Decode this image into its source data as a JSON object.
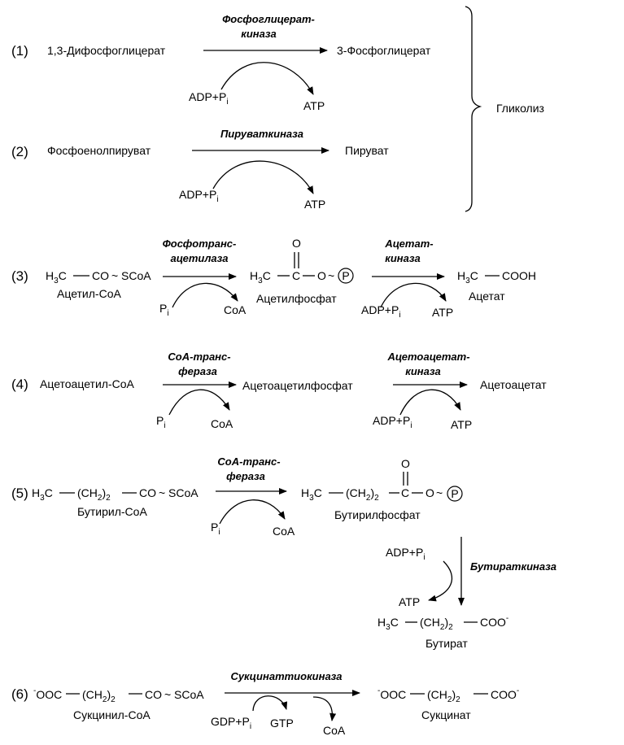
{
  "labels": {
    "glycolysis": "Гликолиз"
  },
  "reactions": [
    {
      "number": "(1)",
      "substrate": "1,3-Дифосфоглицерат",
      "enzyme_line1": "Фосфоглицерат-",
      "enzyme_line2": "киназа",
      "product": "3-Фосфоглицерат",
      "cosubstrate_main": "ADP+P",
      "cosubstrate_sub": "i",
      "coproduct": "ATP"
    },
    {
      "number": "(2)",
      "substrate": "Фосфоенолпируват",
      "enzyme_line1": "Пируваткиназа",
      "product": "Пируват",
      "cosubstrate_main": "ADP+P",
      "cosubstrate_sub": "i",
      "coproduct": "ATP"
    },
    {
      "number": "(3)",
      "substrate_name": "Ацетил-CoA",
      "enzyme_line1": "Фосфотранс-",
      "enzyme_line2": "ацетилаза",
      "cosubstrate_main": "P",
      "cosubstrate_sub": "i",
      "coproduct": "CoA",
      "intermediate_name": "Ацетилфосфат",
      "enzyme2_line1": "Ацетат-",
      "enzyme2_line2": "киназа",
      "cosubstrate2_main": "ADP+P",
      "cosubstrate2_sub": "i",
      "coproduct2": "ATP",
      "product_name": "Ацетат"
    },
    {
      "number": "(4)",
      "substrate": "Ацетоацетил-CoA",
      "enzyme_line1": "CoA-транс-",
      "enzyme_line2": "фераза",
      "cosubstrate_main": "P",
      "cosubstrate_sub": "i",
      "coproduct": "CoA",
      "intermediate": "Ацетоацетилфосфат",
      "enzyme2_line1": "Ацетоацетат-",
      "enzyme2_line2": "киназа",
      "cosubstrate2_main": "ADP+P",
      "cosubstrate2_sub": "i",
      "coproduct2": "ATP",
      "product": "Ацетоацетат"
    },
    {
      "number": "(5)",
      "substrate_name": "Бутирил-CoA",
      "enzyme_line1": "CoA-транс-",
      "enzyme_line2": "фераза",
      "cosubstrate_main": "P",
      "cosubstrate_sub": "i",
      "coproduct": "CoA",
      "intermediate_name": "Бутирилфосфат",
      "enzyme2": "Бутираткиназа",
      "cosubstrate2_main": "ADP+P",
      "cosubstrate2_sub": "i",
      "coproduct2": "ATP",
      "product_name": "Бутират"
    },
    {
      "number": "(6)",
      "substrate_name": "Сукцинил-CoA",
      "enzyme_line1": "Сукцинаттиокиназа",
      "cosubstrate_main": "GDP+P",
      "cosubstrate_sub": "i",
      "coproduct": "GTP",
      "coproduct2": "CoA",
      "product_name": "Сукцинат"
    }
  ],
  "chem": {
    "h3c": "H",
    "sub3": "3",
    "c": "C",
    "co": "CO",
    "scoa": "SCoA",
    "o": "O",
    "p": "P",
    "cooh": "COOH",
    "ch2_open": "(CH",
    "sub2": "2",
    "close": ")",
    "coo": "COO",
    "ooc": "OOC",
    "minus": "-",
    "tilde": "~",
    "dash": "—"
  }
}
